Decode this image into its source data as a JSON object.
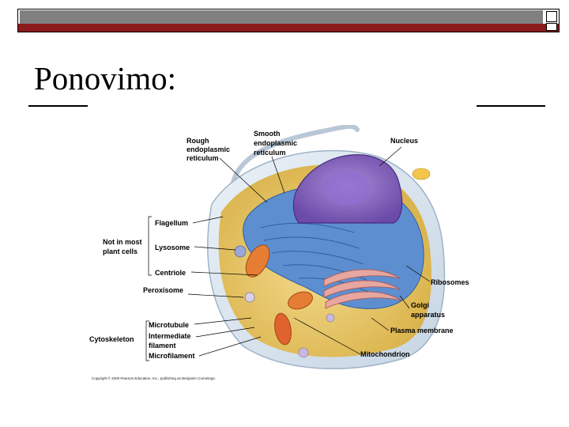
{
  "slide": {
    "title": "Ponovimo:",
    "accent_color": "#8b1a1a",
    "bar_color": "#808080"
  },
  "diagram": {
    "labels": {
      "rough_er_1": "Rough",
      "rough_er_2": "endoplasmic",
      "rough_er_3": "reticulum",
      "smooth_er_1": "Smooth",
      "smooth_er_2": "endoplasmic",
      "smooth_er_3": "reticulum",
      "nucleus": "Nucleus",
      "flagellum": "Flagellum",
      "not_in_plant_1": "Not in most",
      "not_in_plant_2": "plant cells",
      "lysosome": "Lysosome",
      "centriole": "Centriole",
      "peroxisome": "Peroxisome",
      "ribosomes": "Ribosomes",
      "golgi_1": "Golgi",
      "golgi_2": "apparatus",
      "microtubule": "Microtubule",
      "intermediate_1": "Intermediate",
      "intermediate_2": "filament",
      "microfilament": "Microfilament",
      "cytoskeleton": "Cytoskeleton",
      "plasma_membrane": "Plasma membrane",
      "mitochondrion": "Mitochondrion"
    },
    "copyright": "Copyright © 2000 Pearson Education, Inc., publishing as Benjamin Cummings."
  }
}
